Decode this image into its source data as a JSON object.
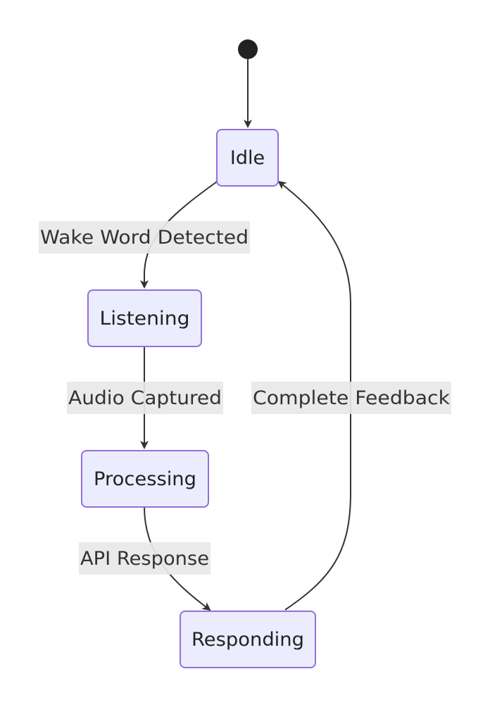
{
  "diagram": {
    "type": "state",
    "start": "start",
    "states": [
      {
        "id": "idle",
        "label": "Idle"
      },
      {
        "id": "listening",
        "label": "Listening"
      },
      {
        "id": "processing",
        "label": "Processing"
      },
      {
        "id": "responding",
        "label": "Responding"
      }
    ],
    "transitions": [
      {
        "from": "start",
        "to": "idle",
        "label": ""
      },
      {
        "from": "idle",
        "to": "listening",
        "label": "Wake Word Detected"
      },
      {
        "from": "listening",
        "to": "processing",
        "label": "Audio Captured"
      },
      {
        "from": "processing",
        "to": "responding",
        "label": "API Response"
      },
      {
        "from": "responding",
        "to": "idle",
        "label": "Complete Feedback"
      }
    ]
  },
  "colors": {
    "state_fill": "#ECECFF",
    "state_border": "#9370DB",
    "edge": "#333333",
    "label_background": "#e8e8e8",
    "start_marker": "#222222"
  }
}
